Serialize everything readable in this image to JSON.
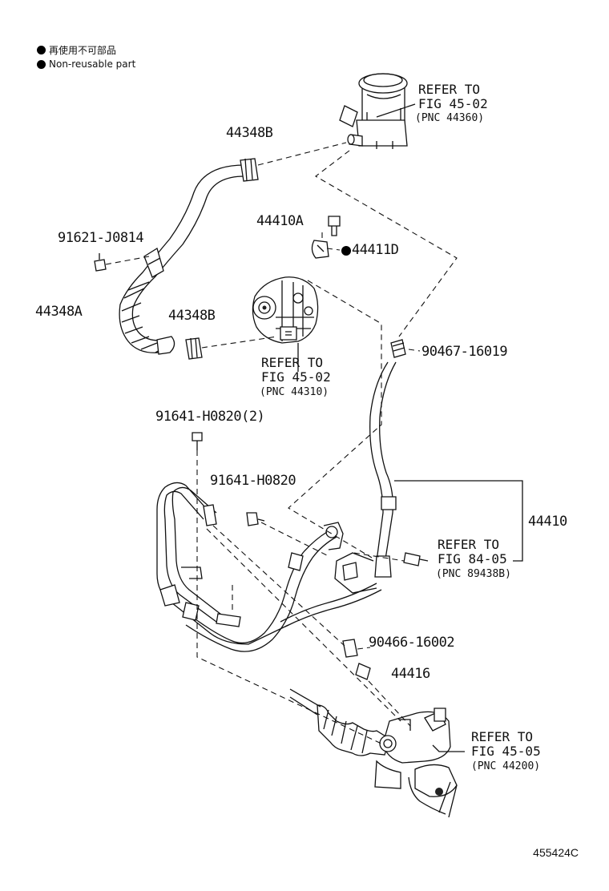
{
  "legend": [
    {
      "text": "再使用不可部品"
    },
    {
      "text": "Non-reusable part"
    }
  ],
  "parts": {
    "p44348B_top": "44348B",
    "p44410A": "44410A",
    "p44411D": "44411D",
    "p91621": "91621-J0814",
    "p44348A": "44348A",
    "p44348B_mid": "44348B",
    "p90467": "90467-16019",
    "p91641_2": "91641-H0820(2)",
    "p91641": "91641-H0820",
    "p44410": "44410",
    "p90466": "90466-16002",
    "p44416": "44416"
  },
  "references": [
    {
      "line1": "REFER TO",
      "line2": "FIG 45-02",
      "pnc": "(PNC 44360)"
    },
    {
      "line1": "REFER TO",
      "line2": "FIG 45-02",
      "pnc": "(PNC 44310)"
    },
    {
      "line1": "REFER TO",
      "line2": "FIG 84-05",
      "pnc": "(PNC 89438B)"
    },
    {
      "line1": "REFER TO",
      "line2": "FIG 45-05",
      "pnc": "(PNC 44200)"
    }
  ],
  "illustration_code": "455424C"
}
